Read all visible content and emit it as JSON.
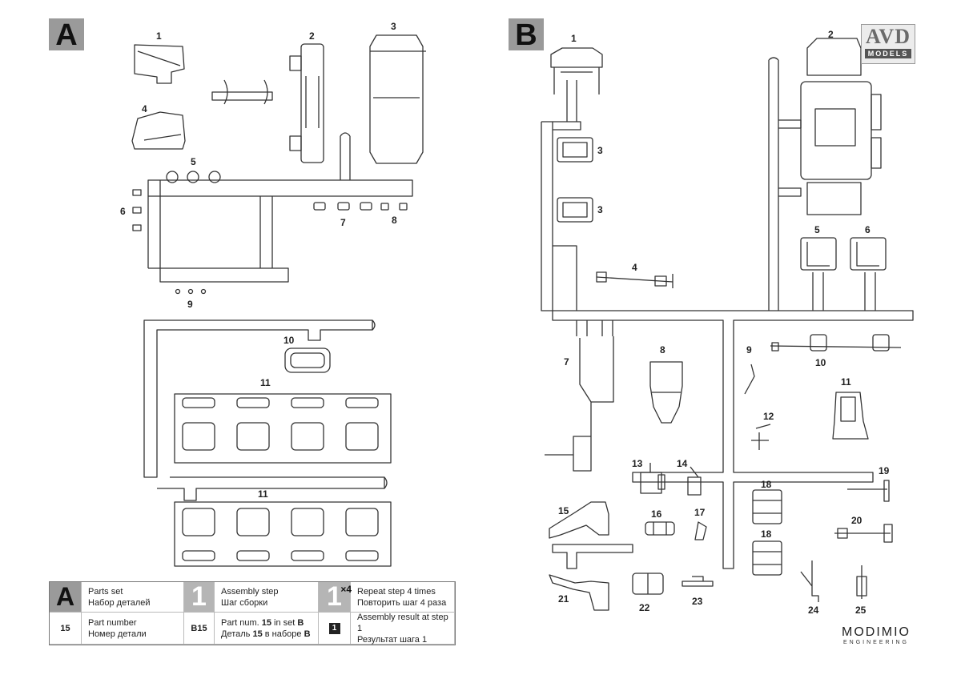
{
  "sets": {
    "a": {
      "letter": "A",
      "parts": [
        {
          "num": "1"
        },
        {
          "num": "2"
        },
        {
          "num": "3"
        },
        {
          "num": "4"
        },
        {
          "num": "5"
        },
        {
          "num": "6"
        },
        {
          "num": "7"
        },
        {
          "num": "8"
        },
        {
          "num": "9"
        },
        {
          "num": "10"
        },
        {
          "num": "11"
        },
        {
          "num": "11"
        }
      ]
    },
    "b": {
      "letter": "B",
      "parts": [
        {
          "num": "1"
        },
        {
          "num": "2"
        },
        {
          "num": "3"
        },
        {
          "num": "3"
        },
        {
          "num": "4"
        },
        {
          "num": "5"
        },
        {
          "num": "6"
        },
        {
          "num": "7"
        },
        {
          "num": "8"
        },
        {
          "num": "9"
        },
        {
          "num": "10"
        },
        {
          "num": "11"
        },
        {
          "num": "12"
        },
        {
          "num": "13"
        },
        {
          "num": "14"
        },
        {
          "num": "15"
        },
        {
          "num": "16"
        },
        {
          "num": "17"
        },
        {
          "num": "18"
        },
        {
          "num": "18"
        },
        {
          "num": "19"
        },
        {
          "num": "20"
        },
        {
          "num": "21"
        },
        {
          "num": "22"
        },
        {
          "num": "23"
        },
        {
          "num": "24"
        },
        {
          "num": "25"
        }
      ]
    }
  },
  "legend": {
    "set_symbol": "A",
    "set_en": "Parts set",
    "set_ru": "Набор деталей",
    "step_symbol": "1",
    "step_en": "Assembly step",
    "step_ru": "Шаг сборки",
    "repeat_symbol": "1",
    "repeat_mult": "×4",
    "repeat_en": "Repeat step 4 times",
    "repeat_ru": "Повторить шаг 4 раза",
    "partnum_symbol": "15",
    "partnum_en": "Part number",
    "partnum_ru": "Номер детали",
    "partset_symbol": "B15",
    "partset_en_pre": "Part num. ",
    "partset_en_num": "15",
    "partset_en_mid": " in set ",
    "partset_en_set": "B",
    "partset_ru_pre": "Деталь ",
    "partset_ru_num": "15",
    "partset_ru_mid": " в наборе ",
    "partset_ru_set": "B",
    "result_symbol": "1",
    "result_en": "Assembly result at step 1",
    "result_ru": "Результат шага 1"
  },
  "logos": {
    "avd_big": "AVD",
    "avd_small": "MODELS",
    "modimio_big": "MODIMIO",
    "modimio_small": "ENGINEERING"
  },
  "colors": {
    "sprue_fill": "#ffffff",
    "line": "#333333",
    "badge": "#9a9a9a"
  }
}
